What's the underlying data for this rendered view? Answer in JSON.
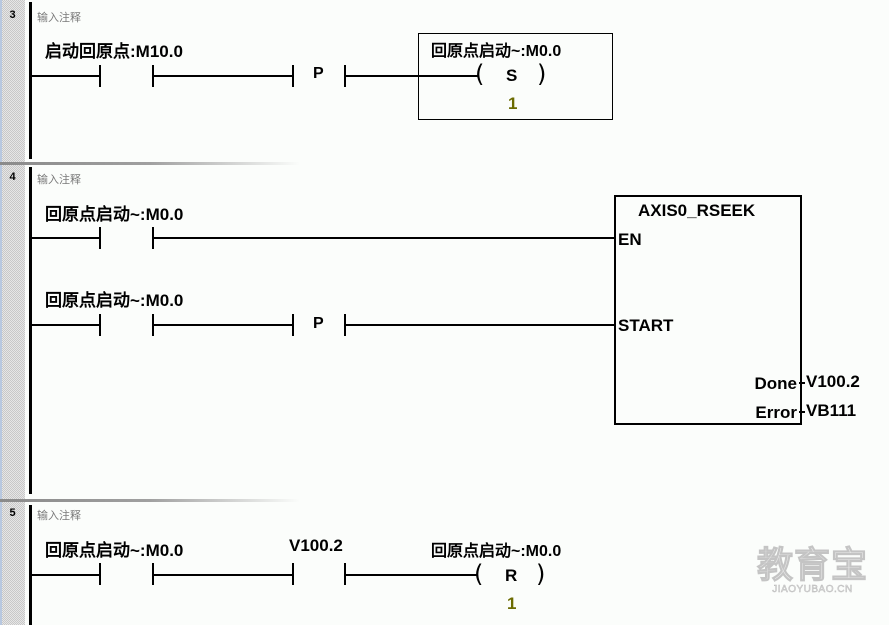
{
  "networks": [
    {
      "number": "3",
      "comment": "输入注释",
      "contact": {
        "label": "启动回原点:M10.0"
      },
      "edge": {
        "label": "P"
      },
      "coil": {
        "label": "回原点启动~:M0.0",
        "op": "S",
        "count": "1"
      }
    },
    {
      "number": "4",
      "comment": "输入注释",
      "contact_en": {
        "label": "回原点启动~:M0.0"
      },
      "contact_start": {
        "label": "回原点启动~:M0.0"
      },
      "edge": {
        "label": "P"
      },
      "block": {
        "title": "AXIS0_RSEEK",
        "inputs": [
          "EN",
          "START"
        ],
        "outputs": [
          {
            "pin": "Done",
            "operand": "V100.2"
          },
          {
            "pin": "Error",
            "operand": "VB111"
          }
        ]
      }
    },
    {
      "number": "5",
      "comment": "输入注释",
      "contact1": {
        "label": "回原点启动~:M0.0"
      },
      "contact2": {
        "label": "V100.2"
      },
      "coil": {
        "label": "回原点启动~:M0.0",
        "op": "R",
        "count": "1"
      }
    }
  ],
  "watermark": {
    "cn": "教育宝",
    "en": "JIAOYUBAO.CN"
  }
}
